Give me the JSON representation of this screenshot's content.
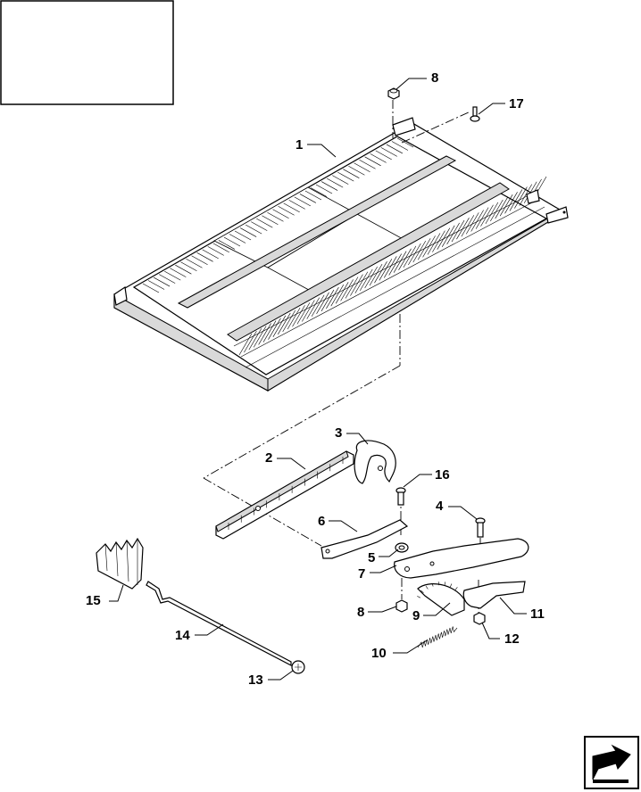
{
  "diagram": {
    "callouts": [
      {
        "id": "c1",
        "text": "1"
      },
      {
        "id": "c2",
        "text": "2"
      },
      {
        "id": "c3",
        "text": "3"
      },
      {
        "id": "c4",
        "text": "4"
      },
      {
        "id": "c5",
        "text": "5"
      },
      {
        "id": "c6",
        "text": "6"
      },
      {
        "id": "c7",
        "text": "7"
      },
      {
        "id": "c8a",
        "text": "8"
      },
      {
        "id": "c8b",
        "text": "8"
      },
      {
        "id": "c9",
        "text": "9"
      },
      {
        "id": "c10",
        "text": "10"
      },
      {
        "id": "c11",
        "text": "11"
      },
      {
        "id": "c12",
        "text": "12"
      },
      {
        "id": "c13",
        "text": "13"
      },
      {
        "id": "c14",
        "text": "14"
      },
      {
        "id": "c15",
        "text": "15"
      },
      {
        "id": "c16",
        "text": "16"
      },
      {
        "id": "c17",
        "text": "17"
      }
    ]
  },
  "nav": {
    "icon": "arrow-next-page-icon"
  }
}
